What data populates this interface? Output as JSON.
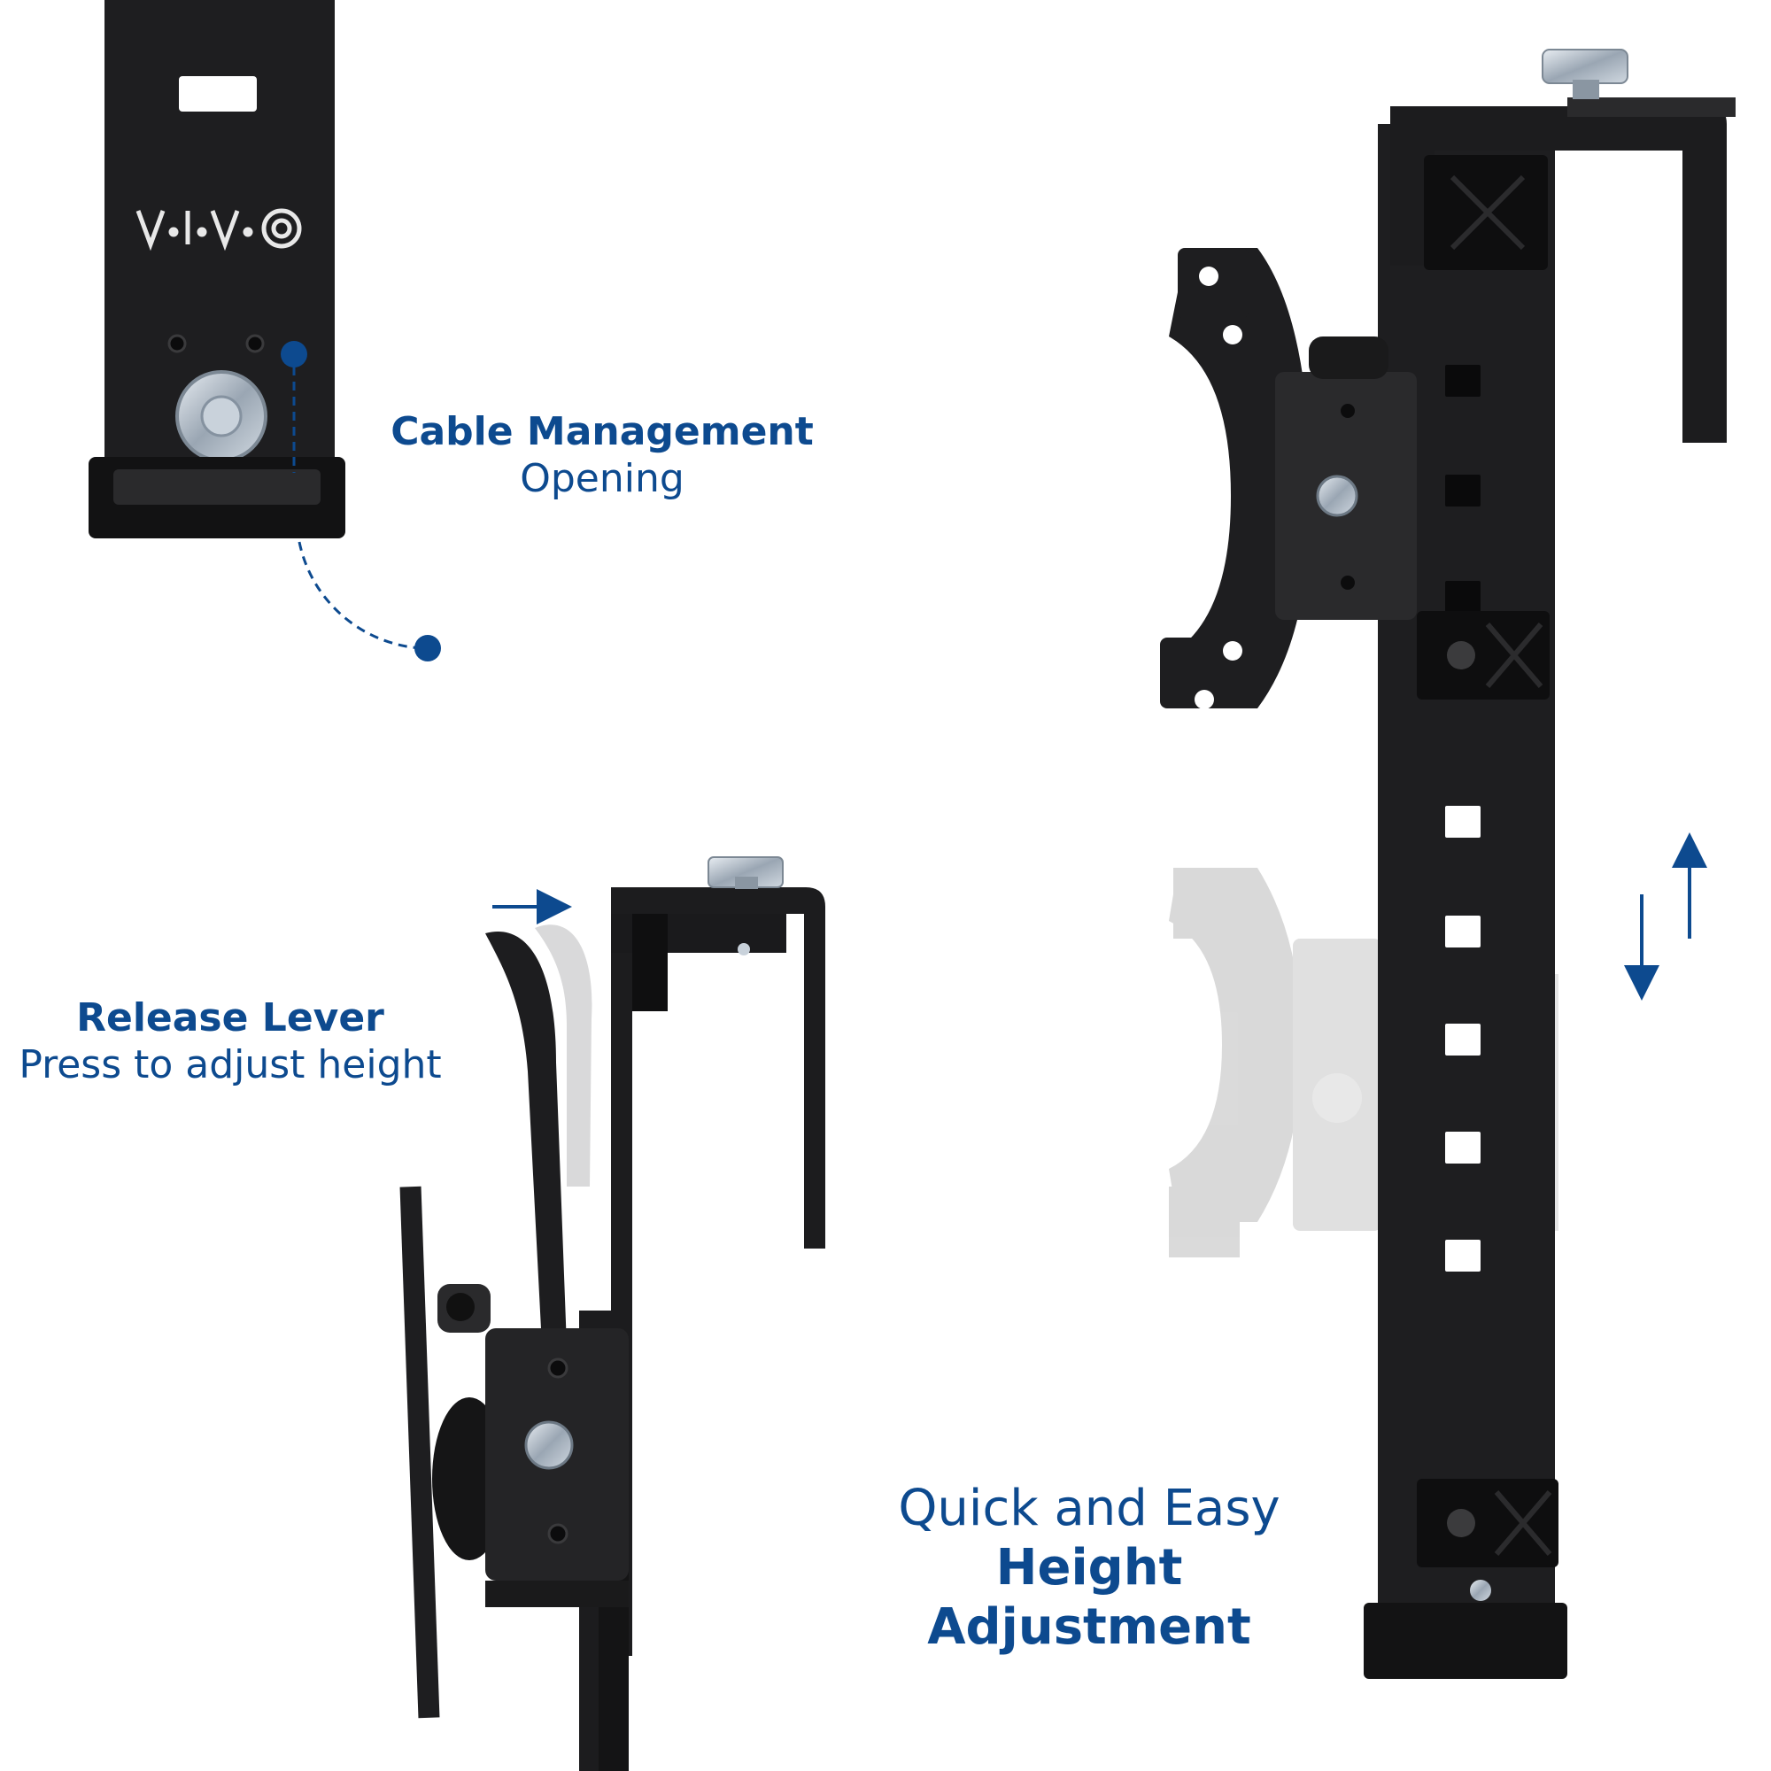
{
  "brand": {
    "logo_text": "V·I·V·",
    "accent_color": "#0d4a8f",
    "dark_color": "#1b1b1d"
  },
  "callouts": {
    "cable_management": {
      "title": "Cable Management",
      "subtitle": "Opening"
    },
    "release_lever": {
      "title": "Release Lever",
      "subtitle": "Press to adjust height"
    },
    "height_adjustment": {
      "line1": "Quick and Easy",
      "line2": "Height Adjustment"
    }
  },
  "icons": [
    "thumb-screw-icon",
    "release-arrow-icon",
    "up-arrow-icon",
    "down-arrow-icon",
    "vivo-logo-icon"
  ]
}
